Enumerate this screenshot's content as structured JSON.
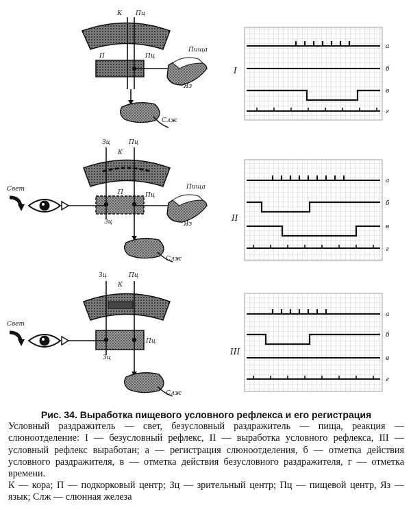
{
  "labels": {
    "cortex": "К",
    "food_center": "Пц",
    "subcortical": "П",
    "visual_center": "Зц",
    "food": "Пища",
    "tongue": "Яз",
    "salivary": "Слж",
    "light": "Свет",
    "trace_a": "а",
    "trace_b": "б",
    "trace_v": "в",
    "trace_g": "г"
  },
  "panels": [
    {
      "roman": "I"
    },
    {
      "roman": "II"
    },
    {
      "roman": "III"
    }
  ],
  "caption": {
    "title": "Рис. 34. Выработка пищевого условного рефлекса и его регистрация",
    "line1": "Условный раздражитель — свет, безусловный раздражитель — пища, реакция — слюноотделение: I — безусловный рефлекс, II — выработка условного рефлекса, III — условный рефлекс выработан; а — регистрация слюноотделения, б — отметка действия условного раздражителя, в — отметка действия безусловного раздражителя, г — отметка времени.",
    "line2": "К — кора; П — подкорковый центр; Зц — зрительный центр; Пц — пищевой центр, Яз — язык; Слж — слюнная железа"
  },
  "colors": {
    "ink": "#111111",
    "grid": "#9a9a9a",
    "paper": "#ffffff"
  }
}
